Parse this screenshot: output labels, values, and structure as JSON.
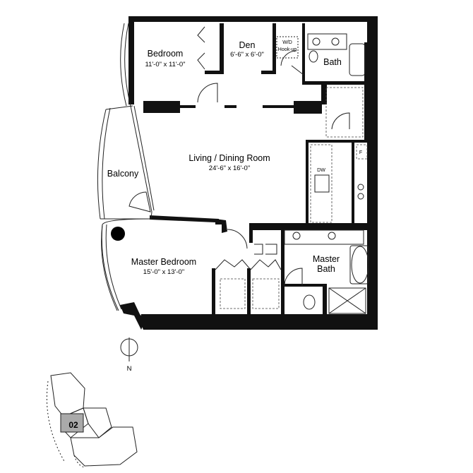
{
  "rooms": {
    "bedroom": {
      "name": "Bedroom",
      "dims": "11'-0\" x 11'-0\""
    },
    "den": {
      "name": "Den",
      "dims": "6'-6\" x 6'-0\""
    },
    "washer_dryer": {
      "line1": "W/D",
      "line2": "Hook-up"
    },
    "bath": {
      "name": "Bath"
    },
    "living": {
      "name": "Living / Dining Room",
      "dims": "24'-6\" x 16'-0\""
    },
    "balcony": {
      "name": "Balcony"
    },
    "master_bedroom": {
      "name": "Master Bedroom",
      "dims": "15'-0\" x 13'-0\""
    },
    "master_bath": {
      "line1": "Master",
      "line2": "Bath"
    },
    "dishwasher": {
      "label": "DW"
    },
    "fridge": {
      "label": "F"
    }
  },
  "compass": {
    "label": "N"
  },
  "keyplan": {
    "unit": "02"
  }
}
